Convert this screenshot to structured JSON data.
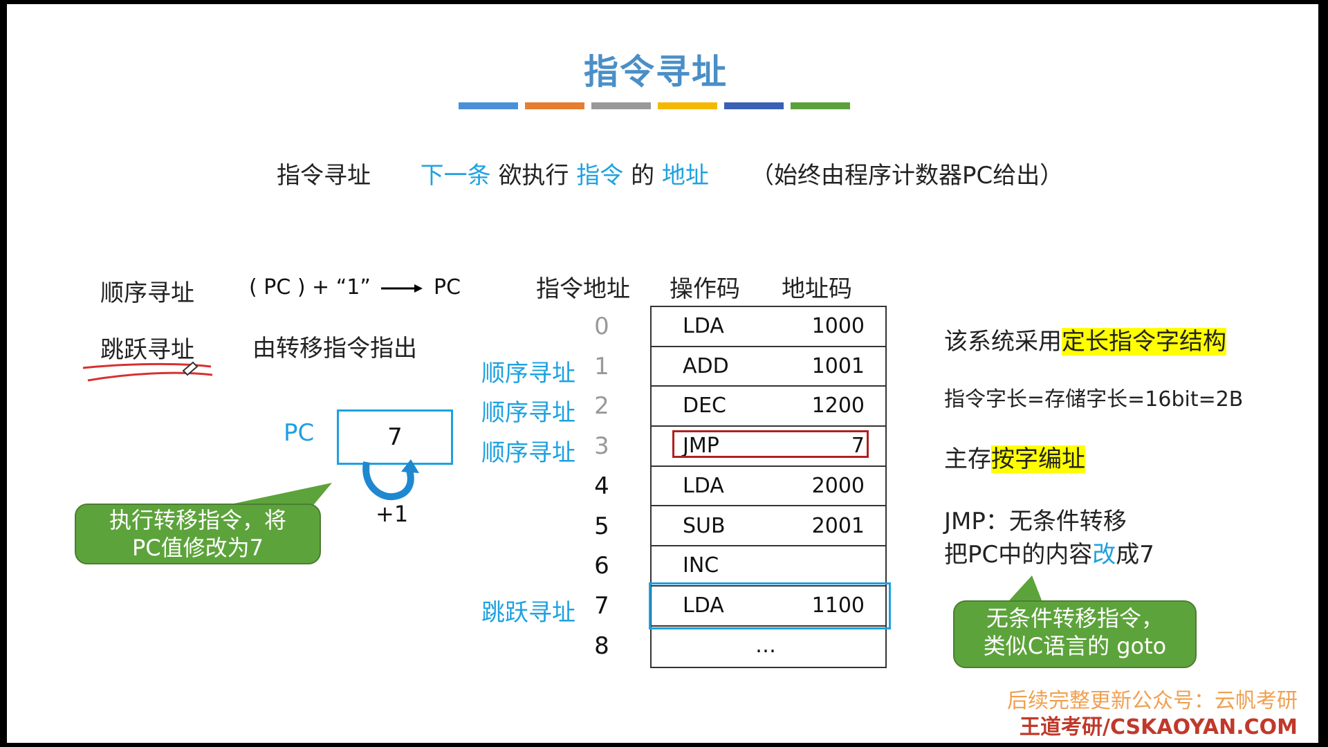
{
  "title": "指令寻址",
  "color_bars": [
    "#4a90d9",
    "#e67e30",
    "#999999",
    "#f5b800",
    "#3a5fb5",
    "#5aa13b"
  ],
  "definition": {
    "term": "指令寻址",
    "part1": "下一条",
    "part2": "欲执行",
    "part3": "指令",
    "part4": "的",
    "part5": "地址",
    "note": "（始终由程序计数器PC给出）"
  },
  "modes": {
    "sequential_label": "顺序寻址",
    "sequential_formula": "( PC ) + “1”",
    "sequential_target": "PC",
    "jump_label": "跳跃寻址",
    "jump_desc": "由转移指令指出"
  },
  "pc": {
    "label": "PC",
    "value": "7",
    "increment": "+1"
  },
  "callout_left": {
    "line1": "执行转移指令，将",
    "line2": "PC值修改为7"
  },
  "table": {
    "headers": [
      "指令地址",
      "操作码",
      "地址码"
    ],
    "rows": [
      {
        "idx": "0",
        "op": "LDA",
        "addr": "1000",
        "mode": ""
      },
      {
        "idx": "1",
        "op": "ADD",
        "addr": "1001",
        "mode": "顺序寻址"
      },
      {
        "idx": "2",
        "op": "DEC",
        "addr": "1200",
        "mode": "顺序寻址"
      },
      {
        "idx": "3",
        "op": "JMP",
        "addr": "7",
        "mode": "顺序寻址"
      },
      {
        "idx": "4",
        "op": "LDA",
        "addr": "2000",
        "mode": ""
      },
      {
        "idx": "5",
        "op": "SUB",
        "addr": "2001",
        "mode": ""
      },
      {
        "idx": "6",
        "op": "INC",
        "addr": "",
        "mode": ""
      },
      {
        "idx": "7",
        "op": "LDA",
        "addr": "1100",
        "mode": "跳跃寻址"
      },
      {
        "idx": "8",
        "op": "…",
        "addr": "",
        "mode": ""
      }
    ]
  },
  "right_notes": {
    "line1_prefix": "该系统采用",
    "line1_highlight": "定长指令字结构",
    "line2": "指令字长=存储字长=16bit=2B",
    "line3_prefix": "主存",
    "line3_highlight": "按字编址",
    "line4": "JMP：无条件转移",
    "line5_prefix": "把PC中的内容",
    "line5_blue": "改",
    "line5_suffix": "成7"
  },
  "callout_right": {
    "line1": "无条件转移指令，",
    "line2": "类似C语言的 goto"
  },
  "footer": {
    "line1": "后续完整更新公众号：云帆考研",
    "line2": "王道考研/CSKAOYAN.COM"
  }
}
